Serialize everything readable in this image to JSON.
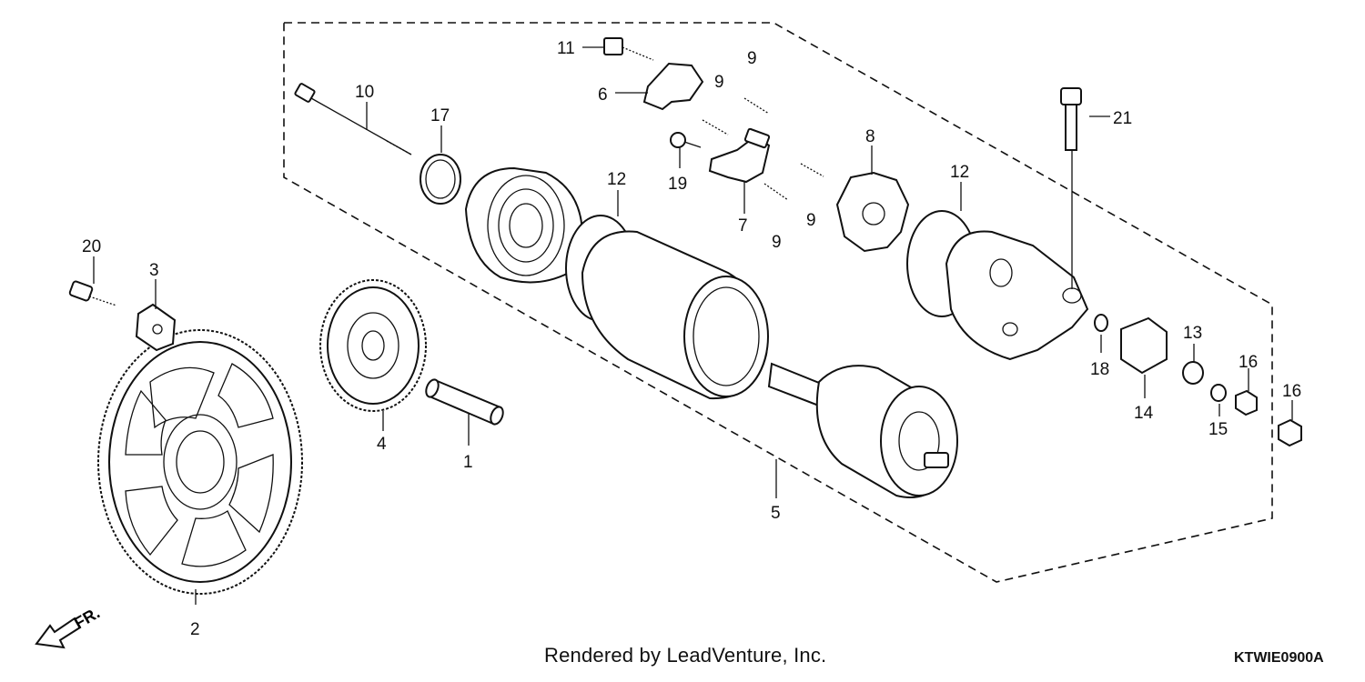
{
  "diagram": {
    "callouts": [
      "1",
      "2",
      "3",
      "4",
      "5",
      "6",
      "7",
      "8",
      "9",
      "9",
      "9",
      "9",
      "10",
      "11",
      "12",
      "12",
      "13",
      "14",
      "15",
      "16",
      "16",
      "17",
      "18",
      "19",
      "20",
      "21"
    ],
    "direction_label": "FR.",
    "footer_credit": "Rendered by LeadVenture, Inc.",
    "footer_code": "KTWIE0900A"
  }
}
